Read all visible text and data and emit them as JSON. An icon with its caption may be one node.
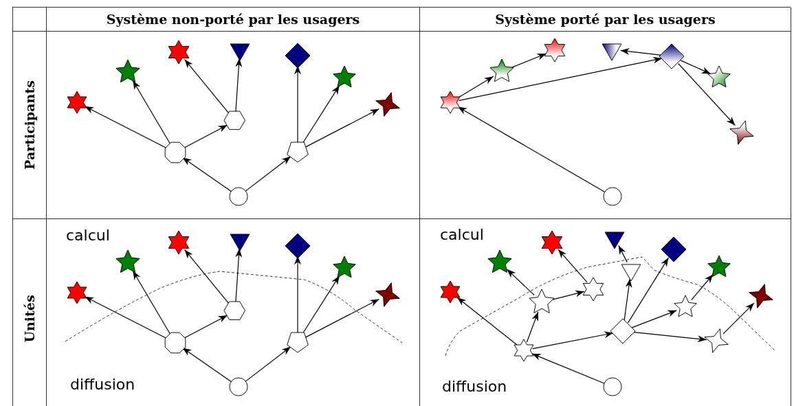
{
  "diagram": {
    "nodes": [
      {
        "text": [],
        "shape": "hexagram"
      },
      {
        "text": [],
        "shape": "star"
      },
      {
        "text": [],
        "shape": "hexagram"
      },
      {
        "text": [],
        "shape": "triangle"
      },
      {
        "text": [],
        "shape": "diamond"
      },
      {
        "text": [],
        "shape": "star"
      },
      {
        "text": [],
        "shape": "four-point-star"
      },
      {
        "text": [],
        "shape": "octagon"
      },
      {
        "text": [],
        "shape": "hexagon"
      },
      {
        "text": [],
        "shape": "pentagon"
      },
      {
        "text": [],
        "shape": "circle"
      },
      {
        "text": [],
        "shape": "hexagram"
      },
      {
        "text": [],
        "shape": "star"
      },
      {
        "text": [],
        "shape": "hexagram"
      },
      {
        "text": [],
        "shape": "triangle"
      },
      {
        "text": [],
        "shape": "diamond"
      },
      {
        "text": [],
        "shape": "star"
      },
      {
        "text": [],
        "shape": "four-point-star"
      },
      {
        "text": [],
        "shape": "circle"
      },
      {
        "text": [],
        "shape": "hexagram"
      },
      {
        "text": [],
        "shape": "star"
      },
      {
        "text": [],
        "shape": "hexagram"
      },
      {
        "text": [],
        "shape": "triangle"
      },
      {
        "text": [],
        "shape": "diamond"
      },
      {
        "text": [],
        "shape": "star"
      },
      {
        "text": [],
        "shape": "four-point-star"
      },
      {
        "text": [],
        "shape": "octagon"
      },
      {
        "text": [],
        "shape": "hexagon"
      },
      {
        "text": [],
        "shape": "pentagon"
      },
      {
        "text": [],
        "shape": "circle"
      },
      {
        "text": [],
        "shape": "hexagram"
      },
      {
        "text": [],
        "shape": "star"
      },
      {
        "text": [],
        "shape": "hexagram"
      },
      {
        "text": [],
        "shape": "triangle"
      },
      {
        "text": [],
        "shape": "diamond"
      },
      {
        "text": [],
        "shape": "star"
      },
      {
        "text": [],
        "shape": "four-point-star"
      },
      {
        "text": [],
        "shape": "star"
      },
      {
        "text": [],
        "shape": "hexagram"
      },
      {
        "text": [],
        "shape": "triangle"
      },
      {
        "text": [],
        "shape": "diamond"
      },
      {
        "text": [],
        "shape": "star"
      },
      {
        "text": [],
        "shape": "four-point-star"
      },
      {
        "text": [],
        "shape": "hexagram"
      },
      {
        "text": [],
        "shape": "circle"
      }
    ],
    "edges": [
      {
        "from": 10,
        "to": 7,
        "arrow": "to"
      },
      {
        "from": 10,
        "to": 9,
        "arrow": "to"
      },
      {
        "from": 7,
        "to": 0,
        "arrow": "to"
      },
      {
        "from": 7,
        "to": 1,
        "arrow": "to"
      },
      {
        "from": 7,
        "to": 8,
        "arrow": "to"
      },
      {
        "from": 8,
        "to": 2,
        "arrow": "to"
      },
      {
        "from": 8,
        "to": 3,
        "arrow": "to"
      },
      {
        "from": 9,
        "to": 4,
        "arrow": "to"
      },
      {
        "from": 9,
        "to": 5,
        "arrow": "to"
      },
      {
        "from": 9,
        "to": 6,
        "arrow": "to"
      },
      {
        "from": 18,
        "to": 11,
        "arrow": "to"
      },
      {
        "from": 11,
        "to": 12,
        "arrow": "to"
      },
      {
        "from": 12,
        "to": 13,
        "arrow": "to"
      },
      {
        "from": 11,
        "to": 15,
        "arrow": "to"
      },
      {
        "from": 15,
        "to": 14,
        "arrow": "to"
      },
      {
        "from": 15,
        "to": 16,
        "arrow": "to"
      },
      {
        "from": 15,
        "to": 17,
        "arrow": "to"
      },
      {
        "from": 29,
        "to": 26,
        "arrow": "to"
      },
      {
        "from": 29,
        "to": 28,
        "arrow": "to"
      },
      {
        "from": 26,
        "to": 19,
        "arrow": "to"
      },
      {
        "from": 26,
        "to": 20,
        "arrow": "to"
      },
      {
        "from": 26,
        "to": 27,
        "arrow": "to"
      },
      {
        "from": 27,
        "to": 21,
        "arrow": "to"
      },
      {
        "from": 27,
        "to": 22,
        "arrow": "to"
      },
      {
        "from": 28,
        "to": 23,
        "arrow": "to"
      },
      {
        "from": 28,
        "to": 24,
        "arrow": "to"
      },
      {
        "from": 28,
        "to": 25,
        "arrow": "to"
      },
      {
        "from": 44,
        "to": 43,
        "arrow": "to"
      },
      {
        "from": 43,
        "to": 30,
        "arrow": "to"
      },
      {
        "from": 43,
        "to": 37,
        "arrow": "to"
      },
      {
        "from": 43,
        "to": 40,
        "arrow": "to"
      },
      {
        "from": 37,
        "to": 31,
        "arrow": "to"
      },
      {
        "from": 37,
        "to": 38,
        "arrow": "to"
      },
      {
        "from": 38,
        "to": 32,
        "arrow": "to"
      },
      {
        "from": 40,
        "to": 39,
        "arrow": "to"
      },
      {
        "from": 39,
        "to": 33,
        "arrow": "to"
      },
      {
        "from": 40,
        "to": 34,
        "arrow": "to"
      },
      {
        "from": 40,
        "to": 41,
        "arrow": "to"
      },
      {
        "from": 40,
        "to": 42,
        "arrow": "to"
      },
      {
        "from": 41,
        "to": 35,
        "arrow": "to"
      },
      {
        "from": 42,
        "to": 36,
        "arrow": "to"
      }
    ],
    "labels": [
      "Système non-porté par les usagers",
      "Système porté par les usagers",
      "Participants",
      "Unités",
      "calcul",
      "diffusion",
      "calcul",
      "diffusion"
    ]
  }
}
